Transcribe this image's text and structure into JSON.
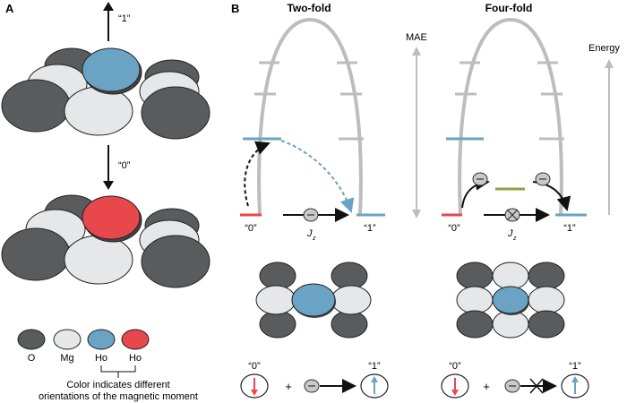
{
  "panel_a": {
    "label": "A",
    "state_1": "“1”",
    "state_0": "“0”",
    "legend": {
      "items": [
        {
          "name": "O",
          "color": "#5a5b5d"
        },
        {
          "name": "Mg",
          "color": "#e6e7e8"
        },
        {
          "name": "Ho",
          "color": "#6aa3c3"
        },
        {
          "name": "Ho",
          "color": "#e8474b"
        }
      ],
      "note_line1": "Color indicates different",
      "note_line2": "orientations of the magnetic moment"
    }
  },
  "panel_b": {
    "label": "B",
    "left": {
      "title": "Two-fold",
      "state_0": "“0”",
      "state_1": "“1”",
      "jz": "J",
      "jz_sub": "z"
    },
    "right": {
      "title": "Four-fold",
      "state_0": "“0”",
      "state_1": "“1”",
      "jz": "J",
      "jz_sub": "z"
    },
    "mae_label": "MAE",
    "energy_label": "Energy",
    "equation": {
      "state_0": "“0”",
      "state_1": "“1”",
      "plus": "+"
    }
  },
  "colors": {
    "oxygen": "#5a5b5d",
    "mg": "#e6e7e8",
    "ho_up": "#6aa3c3",
    "ho_down": "#e8474b",
    "barrier": "#bdbdbd",
    "level_green": "#8ea33b"
  }
}
